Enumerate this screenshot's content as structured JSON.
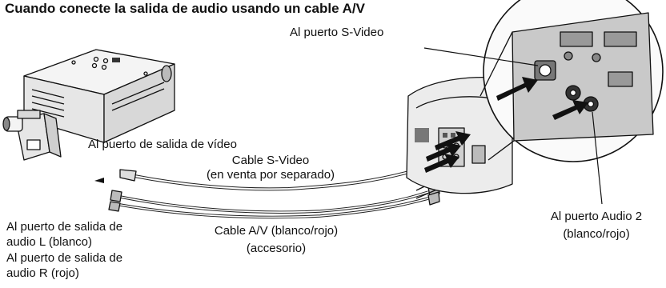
{
  "title": "Cuando conecte la salida de audio usando un cable A/V",
  "labels": {
    "svideo_port": "Al puerto S-Video",
    "video_out_port": "Al puerto de salida de vídeo",
    "svideo_cable_line1": "Cable S-Video",
    "svideo_cable_line2": "(en venta por separado)",
    "audio_L_line1": "Al puerto de salida de",
    "audio_L_line2": "audio L (blanco)",
    "audio_R_line1": "Al puerto de salida de",
    "audio_R_line2": "audio R (rojo)",
    "av_cable_line1": "Cable A/V (blanco/rojo)",
    "av_cable_line2": "(accesorio)",
    "audio2_port_line1": "Al puerto Audio 2",
    "audio2_port_line2": "(blanco/rojo)"
  },
  "icons": [
    "video-player-icon",
    "camcorder-icon",
    "projector-icon",
    "svideo-cable-icon",
    "av-cable-icon",
    "connection-arrow-icon"
  ],
  "colors": {
    "line": "#111111",
    "fill_light": "#f4f4f4",
    "fill_mid": "#cfcfcf",
    "fill_dark": "#777777"
  }
}
